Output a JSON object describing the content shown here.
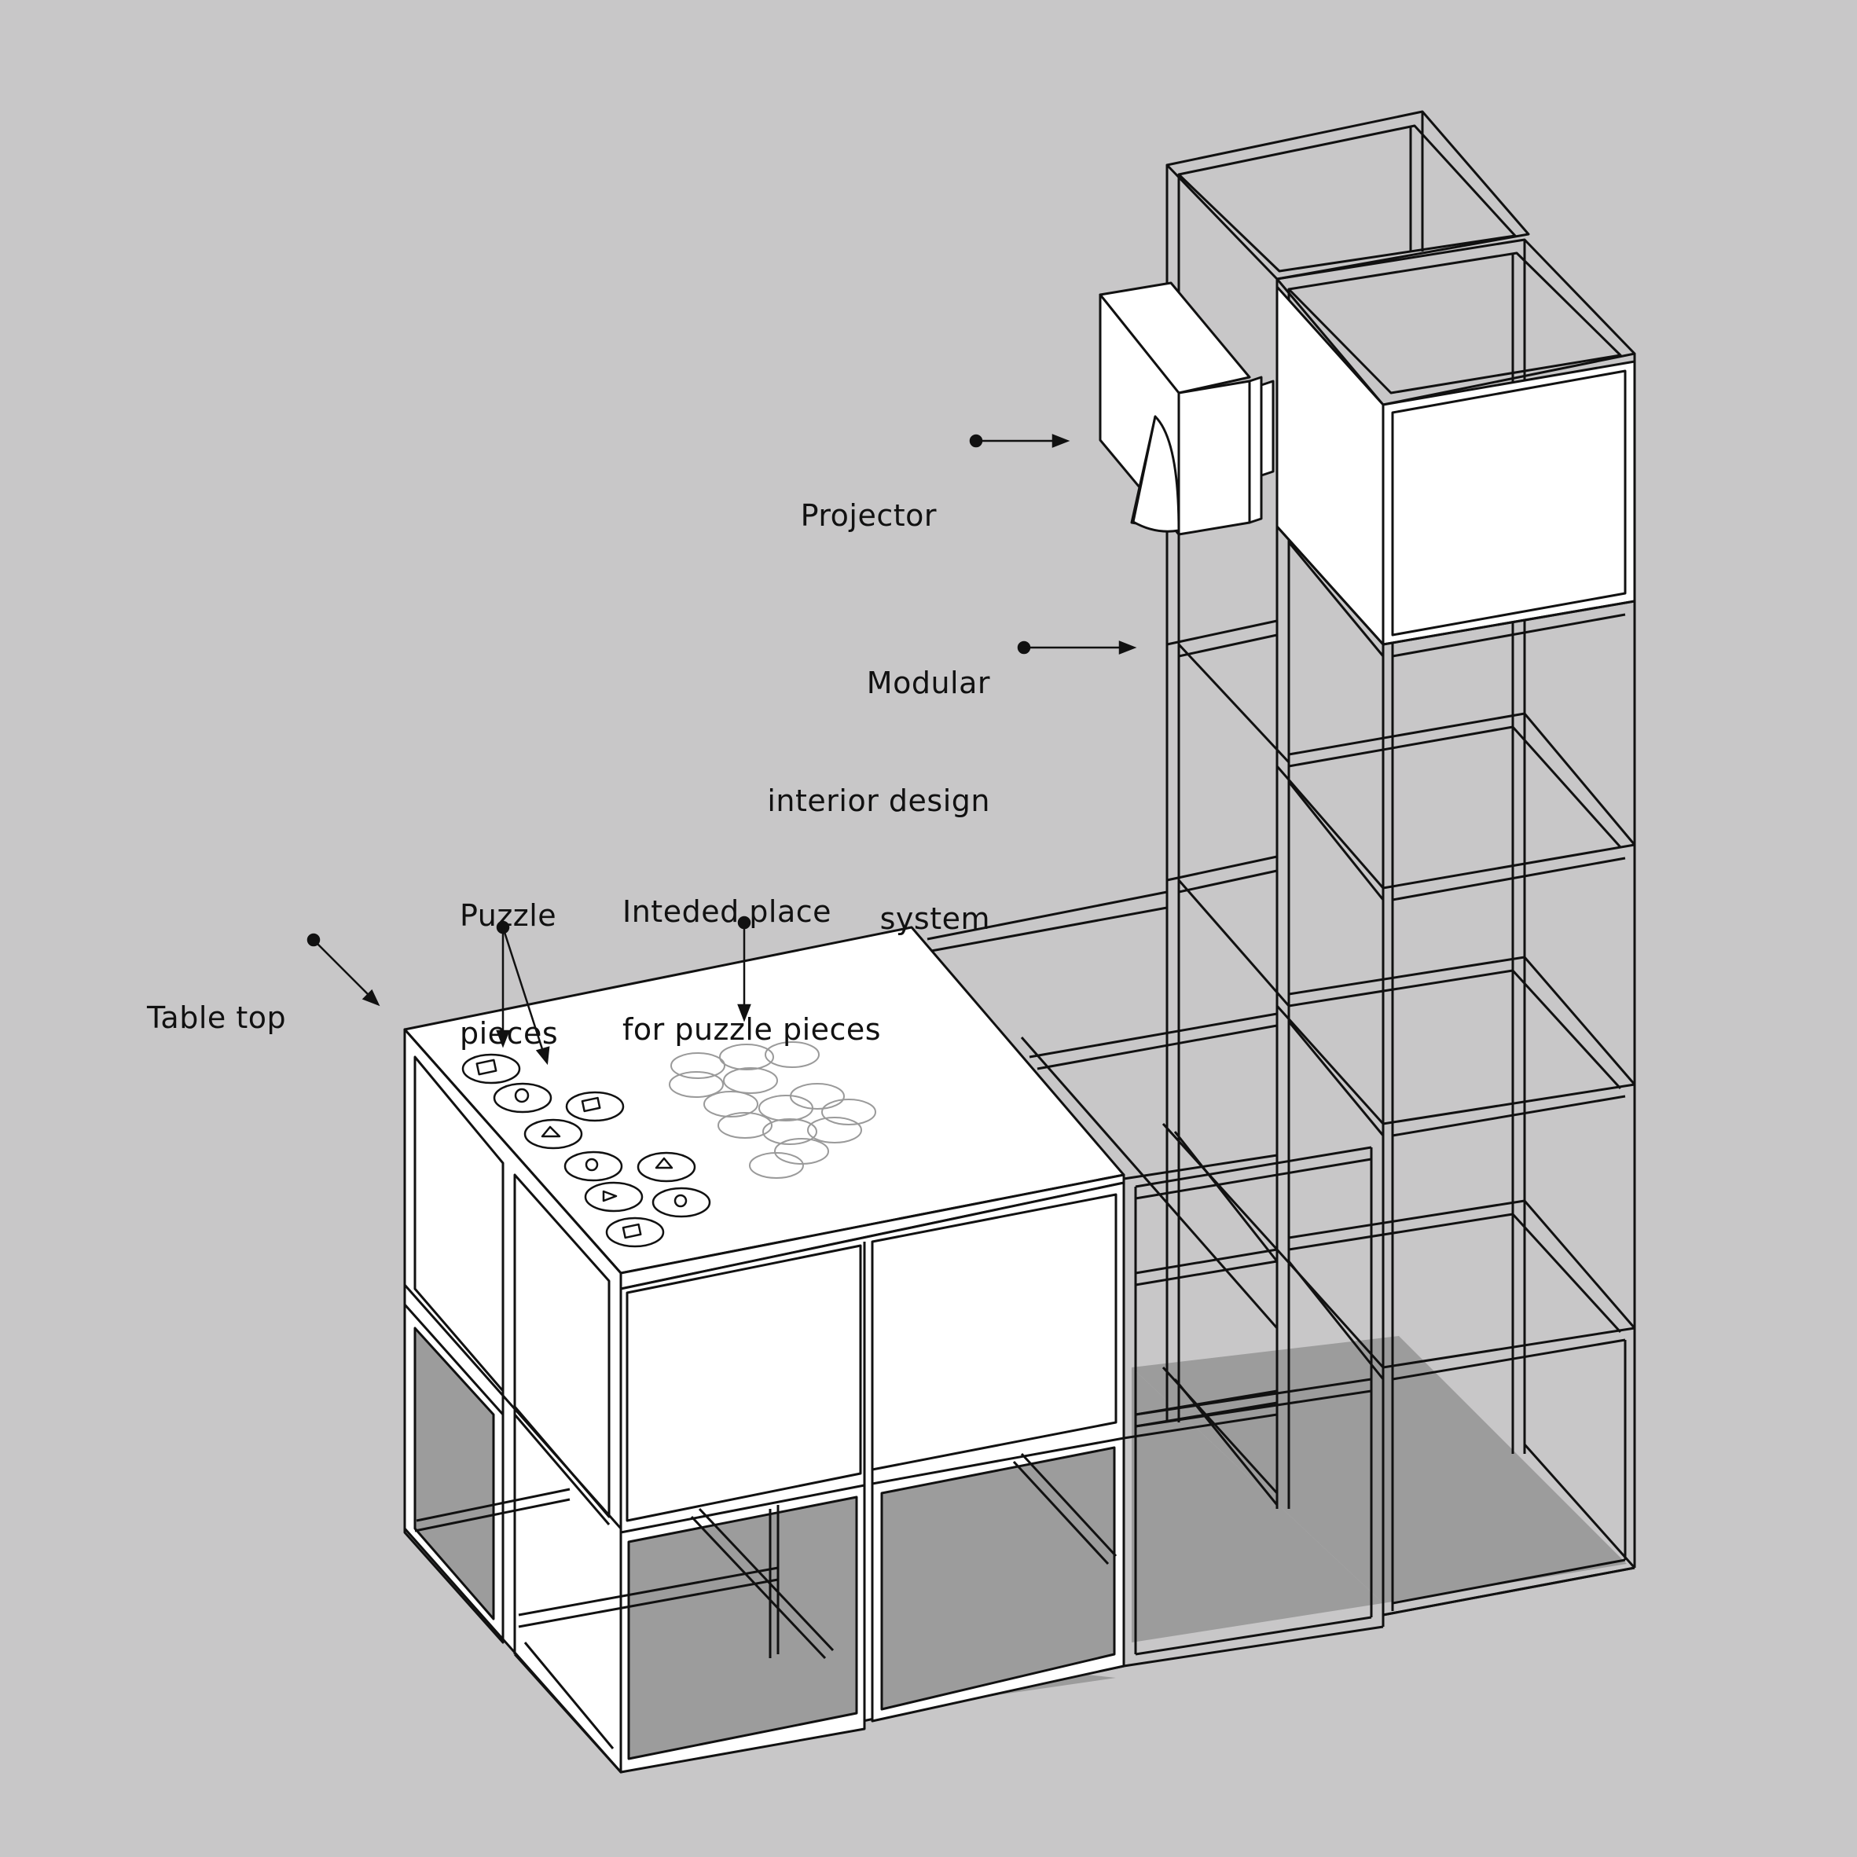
{
  "colors": {
    "background": "#c8c7c8",
    "frame_fill": "#ffffff",
    "stroke": "#111111",
    "floor_fill": "#9c9c9c",
    "ghost_pieces": "#9a9a9a"
  },
  "icons": {
    "leader_dot": "filled-circle",
    "leader_arrow": "arrowhead",
    "projector": "box-with-cone",
    "puzzle_piece": "flower-shaped-tile"
  },
  "labels": {
    "projector": {
      "lines": [
        "Projector"
      ]
    },
    "modular": {
      "lines": [
        "Modular",
        "interior design",
        "system"
      ]
    },
    "puzzle_pieces": {
      "lines": [
        "Puzzle",
        "pieces"
      ]
    },
    "intended_place": {
      "lines": [
        "Inteded place",
        "for puzzle pieces"
      ]
    },
    "table_top": {
      "lines": [
        "Table top"
      ]
    }
  }
}
